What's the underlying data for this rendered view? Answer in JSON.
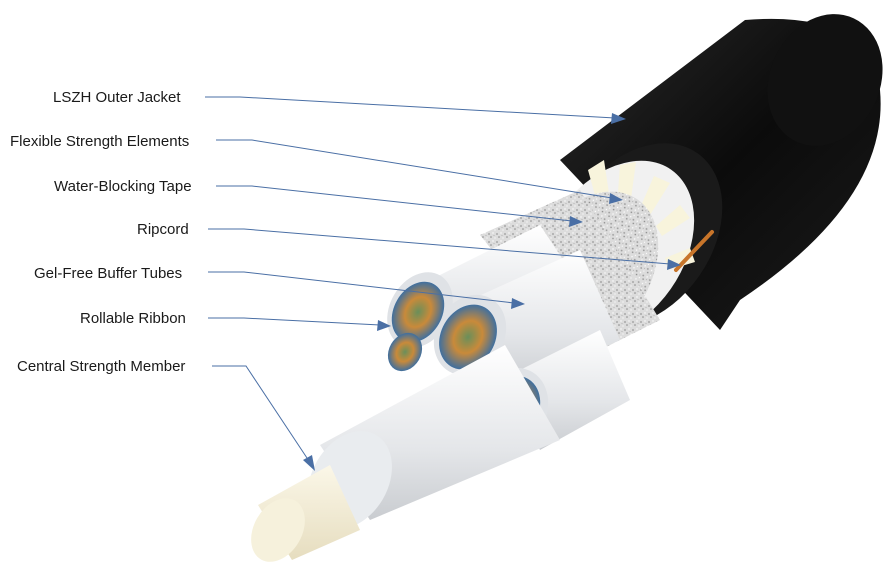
{
  "diagram": {
    "labels": [
      {
        "id": "outer-jacket",
        "text": "LSZH Outer Jacket"
      },
      {
        "id": "strength-elements",
        "text": "Flexible Strength Elements"
      },
      {
        "id": "water-blocking-tape",
        "text": "Water-Blocking Tape"
      },
      {
        "id": "ripcord",
        "text": "Ripcord"
      },
      {
        "id": "buffer-tubes",
        "text": "Gel-Free Buffer Tubes"
      },
      {
        "id": "rollable-ribbon",
        "text": "Rollable Ribbon"
      },
      {
        "id": "central-strength-member",
        "text": "Central Strength Member"
      }
    ],
    "colors": {
      "jacket": "#0d0d0d",
      "tape": "#e2e2e2",
      "tube": "#eef0f2",
      "core": "#f4eed8",
      "ripcord": "#c8752a",
      "leader": "#4a6fa5"
    }
  }
}
